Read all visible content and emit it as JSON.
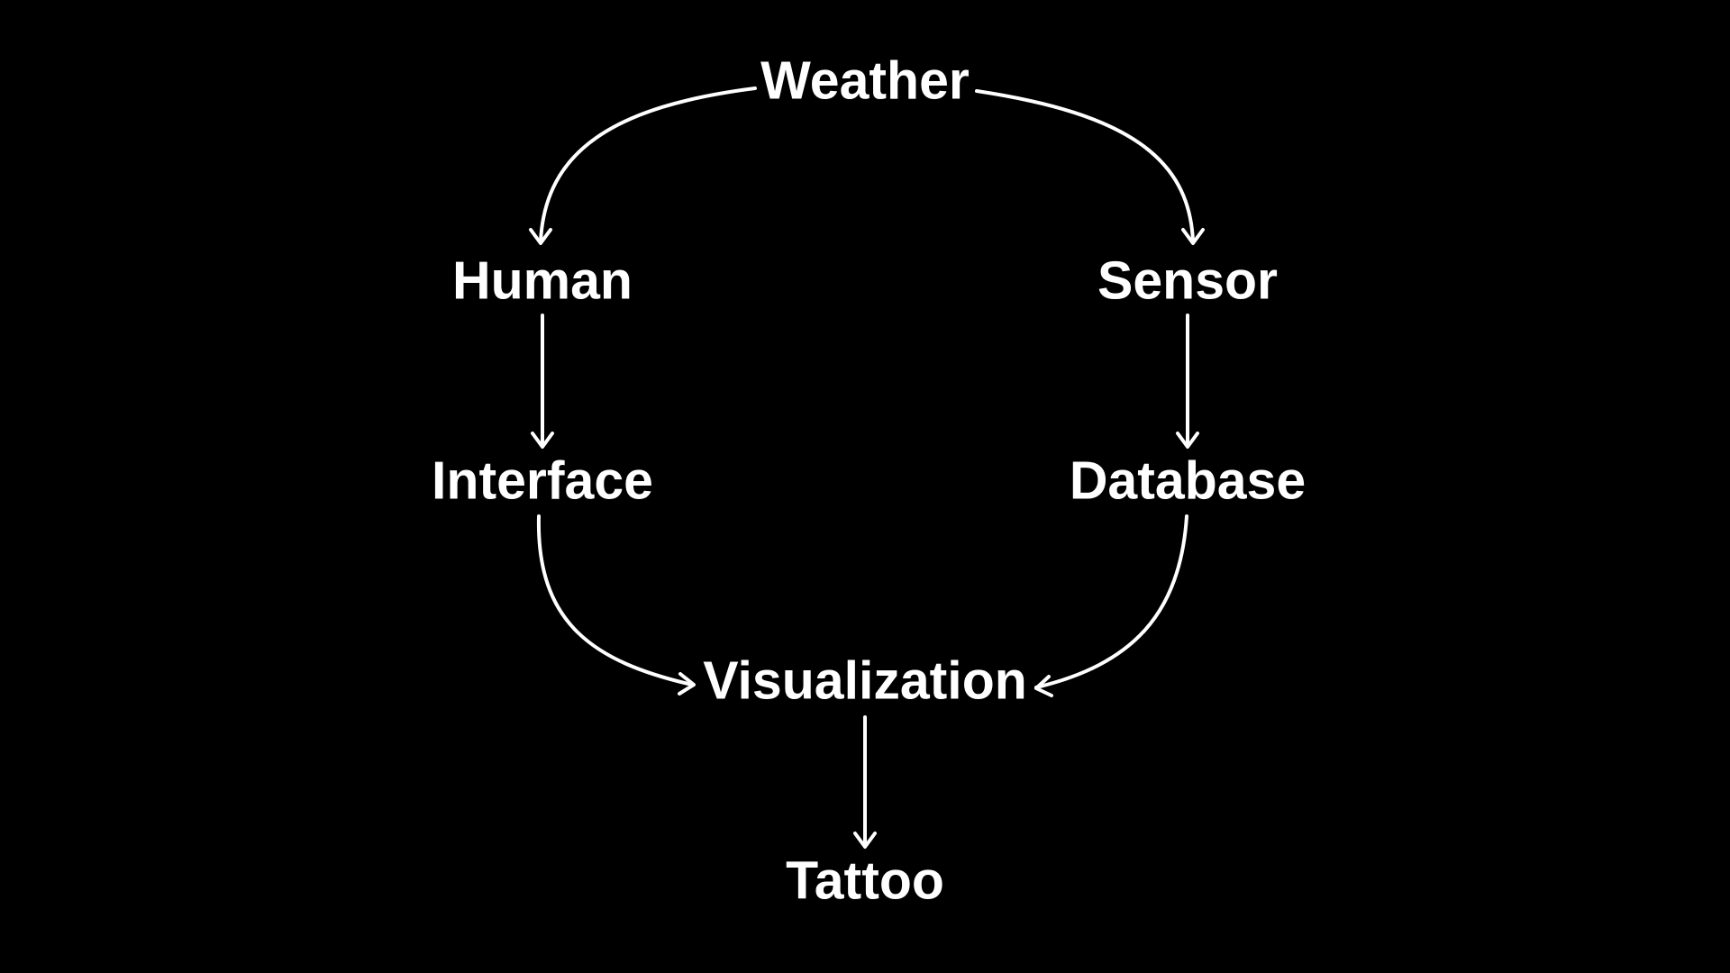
{
  "colors": {
    "background": "#000000",
    "foreground": "#ffffff"
  },
  "nodes": {
    "weather": "Weather",
    "human": "Human",
    "sensor": "Sensor",
    "interface": "Interface",
    "database": "Database",
    "visualization": "Visualization",
    "tattoo": "Tattoo"
  },
  "edges": [
    {
      "from": "Weather",
      "to": "Human"
    },
    {
      "from": "Weather",
      "to": "Sensor"
    },
    {
      "from": "Human",
      "to": "Interface"
    },
    {
      "from": "Sensor",
      "to": "Database"
    },
    {
      "from": "Interface",
      "to": "Visualization"
    },
    {
      "from": "Database",
      "to": "Visualization"
    },
    {
      "from": "Visualization",
      "to": "Tattoo"
    }
  ]
}
